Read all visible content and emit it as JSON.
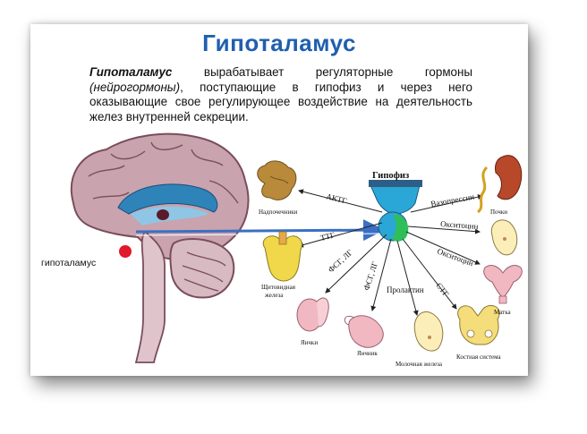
{
  "title": "Гипоталамус",
  "description": {
    "term": "Гипоталамус",
    "part1": " вырабатывает регуляторные гормоны ",
    "neuro": "(нейрогормоны)",
    "part2": ", поступающие в гипофиз и через него оказывающие свое регулирующее воздействие на деятельность желез внутренней секреции."
  },
  "diagram": {
    "hypothalamus_label": "гипоталамус",
    "pituitary_label": "Гипофиз",
    "hormones": {
      "acth": "АКТГ",
      "tsh": "ТТГ",
      "fsh_lh_1": "ФСГ, ЛГ",
      "fsh_lh_2": "ФСГ, ЛГ",
      "prolactin": "Пролактин",
      "stg": "СТГ",
      "vasopressin": "Вазопрессин",
      "oxytocin_1": "Окситоцин",
      "oxytocin_2": "Окситоцин"
    },
    "organs": {
      "adrenals": "Надпочечники",
      "thyroid_1": "Щитовидная",
      "thyroid_2": "железа",
      "testes": "Яички",
      "ovaries": "Яичник",
      "mammary": "Молочная железа",
      "skeleton": "Костная система",
      "kidney": "Почки",
      "uterus": "Матка"
    },
    "colors": {
      "title": "#1f5fb0",
      "brain": "#c9a3ae",
      "brain_outline": "#7a4d5c",
      "arrow": "#3a6fc4",
      "pituitary_blue": "#2aa7d6",
      "pituitary_green": "#2fbf5a",
      "hypothalamus_dot": "#e0192b"
    }
  }
}
